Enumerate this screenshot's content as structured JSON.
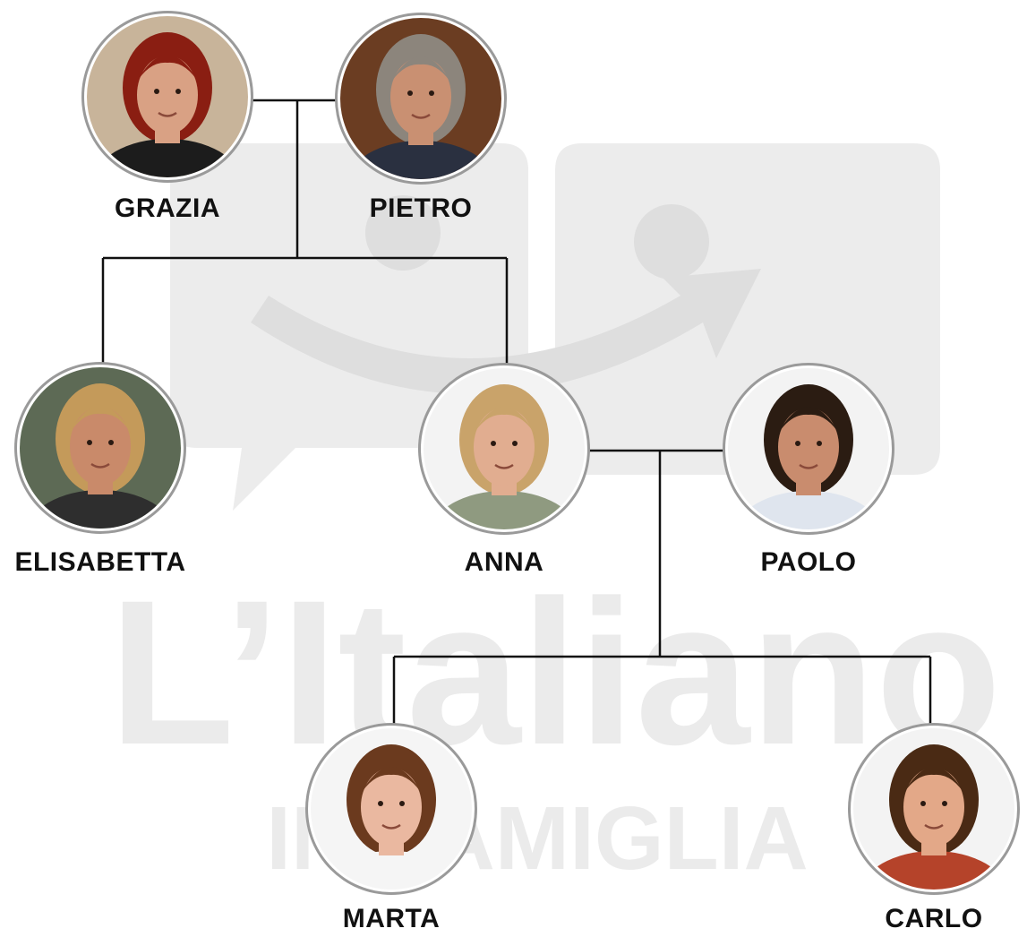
{
  "watermark": {
    "title": "L’Italiano",
    "subtitle": "IN FAMIGLIA"
  },
  "people": [
    {
      "id": "grazia",
      "name": "GRAZIA",
      "hair": "#8a1e12",
      "skin": "#d9a184",
      "clothes": "#1c1c1c",
      "bg": "#c8b49a"
    },
    {
      "id": "pietro",
      "name": "PIETRO",
      "hair": "#8c857c",
      "skin": "#c99072",
      "clothes": "#2a3040",
      "bg": "#6b3d22"
    },
    {
      "id": "elisabetta",
      "name": "ELISABETTA",
      "hair": "#c49a5a",
      "skin": "#c98a6a",
      "clothes": "#2e2e2e",
      "bg": "#5d6a55"
    },
    {
      "id": "anna",
      "name": "ANNA",
      "hair": "#c9a36a",
      "skin": "#e1ad90",
      "clothes": "#8f9a80",
      "bg": "#f3f3f3"
    },
    {
      "id": "paolo",
      "name": "PAOLO",
      "hair": "#2b1c12",
      "skin": "#c98c6e",
      "clothes": "#dfe5ee",
      "bg": "#f3f3f3"
    },
    {
      "id": "marta",
      "name": "MARTA",
      "hair": "#6b3a1e",
      "skin": "#eab8a0",
      "clothes": "#f5f5f5",
      "bg": "#f5f5f5"
    },
    {
      "id": "carlo",
      "name": "CARLO",
      "hair": "#4a2a14",
      "skin": "#e3a888",
      "clothes": "#b5432a",
      "bg": "#f3f3f3"
    }
  ],
  "relations": [
    {
      "type": "couple",
      "members": [
        "grazia",
        "pietro"
      ],
      "children": [
        "elisabetta",
        "anna"
      ]
    },
    {
      "type": "couple",
      "members": [
        "anna",
        "paolo"
      ],
      "children": [
        "marta",
        "carlo"
      ]
    }
  ]
}
